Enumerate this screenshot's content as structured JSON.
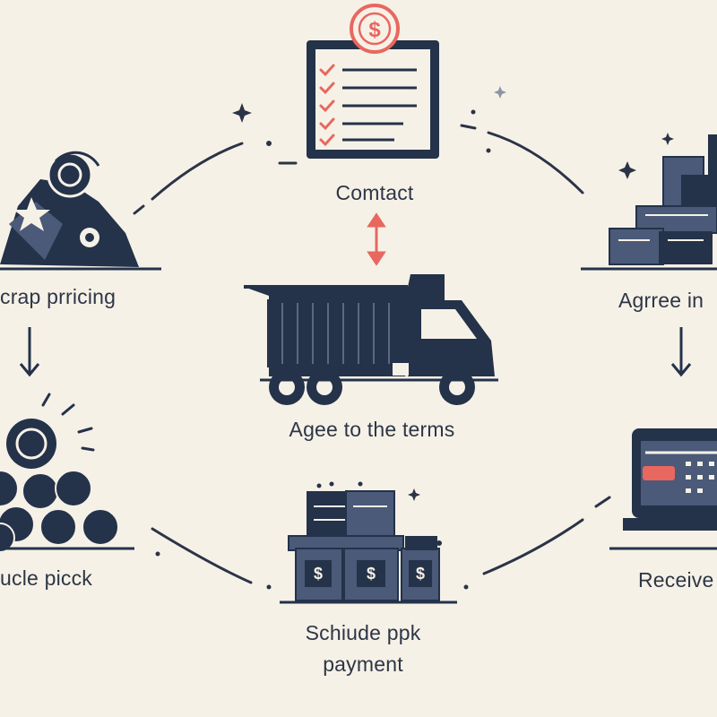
{
  "steps": {
    "contact": "Comtact",
    "scrap_pricing": "crap prricing",
    "agree_terms": "Agee to the terms",
    "agree_right": "Agrree in",
    "schedule_left": "ucle picck",
    "receive": "Receive",
    "schedule_bottom_line1": "Schiude ppk",
    "schedule_bottom_line2": "payment"
  },
  "icons": {
    "contact": "clipboard-checklist-icon",
    "dollar_coin": "dollar-coin-icon",
    "scrap_pile": "scrap-pile-icon",
    "truck": "dump-truck-icon",
    "crates": "crate-stack-icon",
    "coins": "coin-pile-icon",
    "boxes": "dollar-boxes-icon",
    "terminal": "payment-terminal-icon"
  },
  "colors": {
    "navy": "#24324a",
    "slate": "#4a5a78",
    "accent": "#e8675f",
    "background": "#f6f1e7"
  }
}
